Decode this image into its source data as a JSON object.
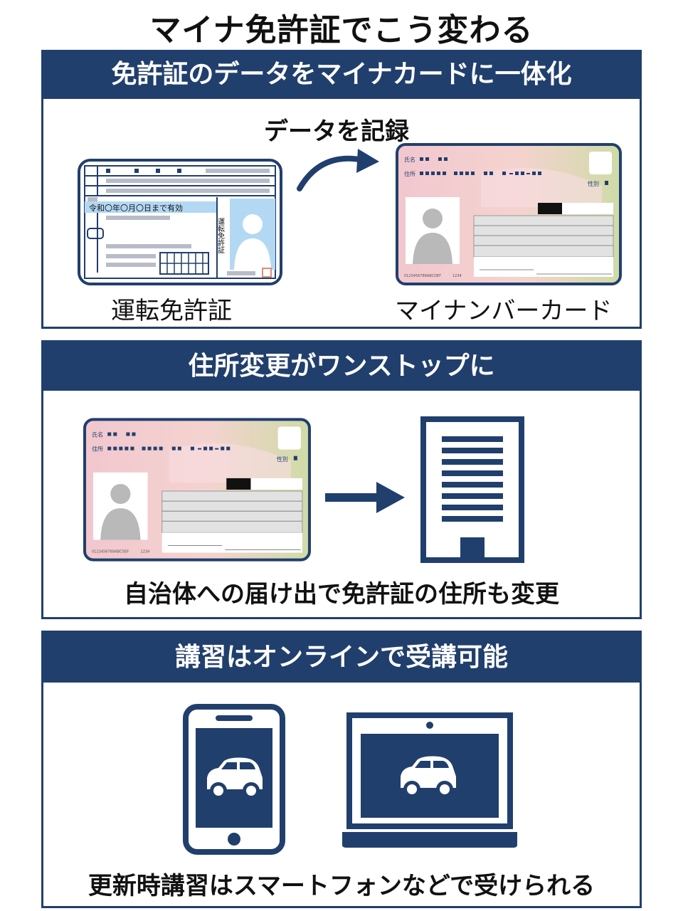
{
  "title": "マイナ免許証でこう変わる",
  "colors": {
    "navy": "#213f6d",
    "photo_blue": "#b3d8f4",
    "card_pink": "#f2c7cf",
    "card_green": "#cfdba7",
    "silhouette_gray": "#b9b9b9"
  },
  "sections": [
    {
      "heading": "免許証のデータをマイナカードに一体化",
      "action_label": "データを記録",
      "license": {
        "label": "運転免許証",
        "validity_text": "令和〇年〇月〇日まで有効",
        "vertical_label": "運転免許証"
      },
      "mynumber": {
        "label": "マイナンバーカード",
        "name_field": "氏名",
        "address_field": "住所",
        "sex_field": "性別",
        "card_id": "0123456789ABCDEF",
        "number": "1234"
      }
    },
    {
      "heading": "住所変更がワンストップに",
      "caption": "自治体への届け出で免許証の住所も変更",
      "mynumber": {
        "name_field": "氏名",
        "address_field": "住所",
        "sex_field": "性別",
        "card_id": "0123456789ABCDEF",
        "number": "1234"
      },
      "icons": [
        "arrow-right-icon",
        "government-building-icon"
      ]
    },
    {
      "heading": "講習はオンラインで受講可能",
      "caption": "更新時講習はスマートフォンなどで受けられる",
      "icons": [
        "smartphone-icon",
        "laptop-icon",
        "car-icon"
      ]
    }
  ]
}
